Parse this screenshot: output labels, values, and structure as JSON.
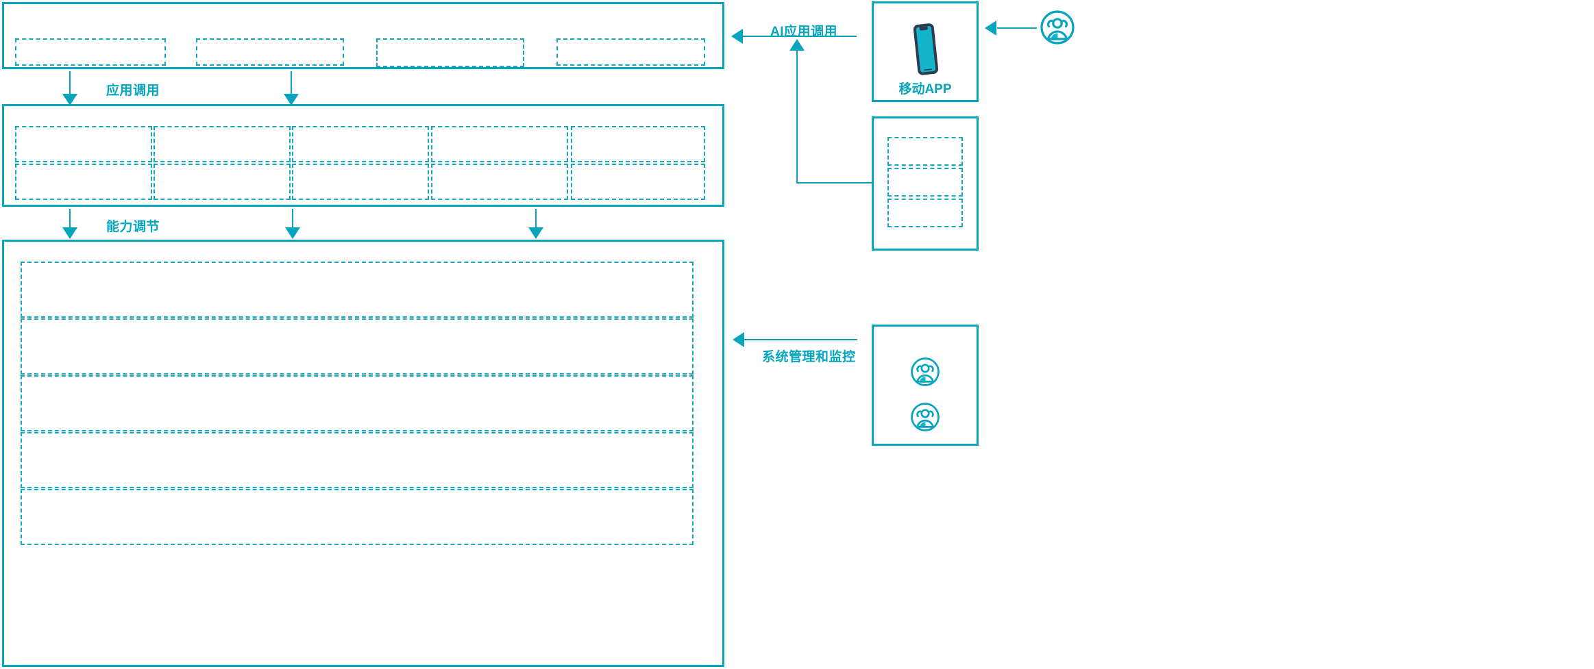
{
  "diagram": {
    "accent_color": "#05a5bd",
    "dashed_color": "#13a7bd",
    "phone_frame_color": "#2d3b4e",
    "phone_screen_color": "#15b4cc",
    "background": "#ffffff"
  },
  "flow_labels": {
    "app_invoke": "应用调用",
    "capability_tuning": "能力调节",
    "ai_app_invoke": "AI应用调用",
    "system_admin_monitor": "系统管理和监控"
  },
  "layers": {
    "application_layer": {
      "name": "application-layer",
      "slots": [
        "",
        "",
        "",
        ""
      ]
    },
    "capability_layer": {
      "name": "capability-layer",
      "rows": [
        [
          "",
          "",
          "",
          "",
          ""
        ],
        [
          "",
          "",
          "",
          "",
          ""
        ]
      ]
    },
    "platform_layer": {
      "name": "platform-layer",
      "rows": [
        "",
        "",
        "",
        "",
        ""
      ]
    }
  },
  "actors": {
    "mobile_app": {
      "caption": "移动APP",
      "icon": "smartphone-icon"
    },
    "secondary_panel": {
      "caption": "",
      "slots": [
        "",
        "",
        ""
      ]
    },
    "admin_panel": {
      "caption": "",
      "icons": [
        "user-group-icon",
        "user-group-icon"
      ]
    },
    "end_user": {
      "icon": "user-group-icon"
    }
  }
}
